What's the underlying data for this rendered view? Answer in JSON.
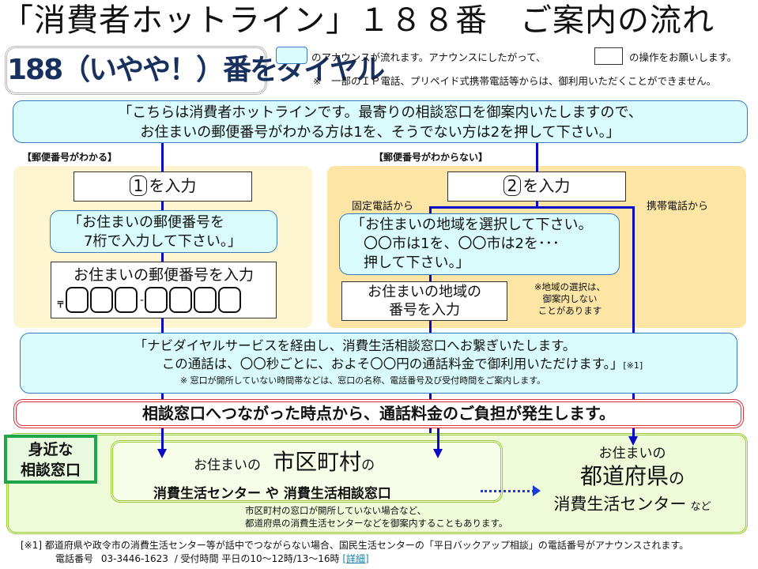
{
  "header": {
    "title": "「消費者ホットライン」１８８番　ご案内の流れ",
    "dial_badge": "188（いやや！）番をダイヤル"
  },
  "legend": {
    "announce_text": "のアナウンスが流れます。アナウンスにしたがって、",
    "operate_text": "の操作をお願いします。",
    "note": "※　一部のＩＰ電話、プリペイド式携帯電話等からは、御利用いただくことができません。",
    "announce_color": "#d9fbfb",
    "announce_border": "#3a7bbf"
  },
  "intro": {
    "line1": "「こちらは消費者ホットラインです。最寄りの相談窓口を御案内いたしますので、",
    "line2": "お住まいの郵便番号がわかる方は1を、そうでない方は2を押して下さい。」"
  },
  "branch_known": {
    "label": "【郵便番号がわかる】",
    "key": "1",
    "enter_suffix": "を入力",
    "prompt_line1": "「お住まいの郵便番号を",
    "prompt_line2": "7桁で入力して下さい。」",
    "input_label": "お住まいの郵便番号を入力",
    "postal_mark": "〒",
    "separator": "-",
    "panel_color": "#fdf5d0"
  },
  "branch_unknown": {
    "label": "【郵便番号がわからない】",
    "key": "2",
    "enter_suffix": "を入力",
    "landline_label": "固定電話から",
    "mobile_label": "携帯電話から",
    "prompt_line1": "「お住まいの地域を選択して下さい。",
    "prompt_line2": "〇〇市は1を、〇〇市は2を･･･",
    "prompt_line3": "押して下さい。」",
    "input_line1": "お住まいの地域の",
    "input_line2": "番号を入力",
    "note_line1": "※地域の選択は、",
    "note_line2": "御案内しない",
    "note_line3": "ことがあります",
    "panel_color": "#fde5a5"
  },
  "navi": {
    "line1": "「ナビダイヤルサービスを経由し、消費生活相談窓口へお繋ぎいたします。",
    "line2": "この通話は、〇〇秒ごとに、およそ〇〇円の通話料金で御利用いただけます。」",
    "footnote_ref": "[※1]",
    "note": "※ 窓口が開所していない時間帯などは、窓口の名称、電話番号及び受付時間をご案内します。"
  },
  "charge_notice": {
    "text": "相談窓口へつながった時点から、通話料金のご負担が発生します。",
    "border_color": "#d8303a"
  },
  "destinations": {
    "nearby_line1": "身近な",
    "nearby_line2": "相談窓口",
    "municipal_prefix": "お住まいの",
    "municipal_main": "市区町村",
    "municipal_suffix": "の",
    "municipal_centers": "消費生活センター や 消費生活相談窓口",
    "fallback_line1": "市区町村の窓口が開所していない場合など、",
    "fallback_line2": "都道府県の消費生活センターなどを御案内することもあります。",
    "pref_prefix": "お住まいの",
    "pref_main": "都道府県",
    "pref_suffix": "の",
    "pref_center": "消費生活センター",
    "pref_etc": "など",
    "green_color": "#9ccd3b"
  },
  "footer": {
    "note1": "[※1] 都道府県や政令市の消費生活センター等が話中でつながらない場合、国民生活センターの「平日バックアップ相談」の電話番号がアナウンスされます。",
    "phone_label": "電話番号",
    "phone_number": "03-3446-1623",
    "hours": "/ 受付時間  平日の10～12時/13～16時",
    "details_link": "[詳細]"
  }
}
